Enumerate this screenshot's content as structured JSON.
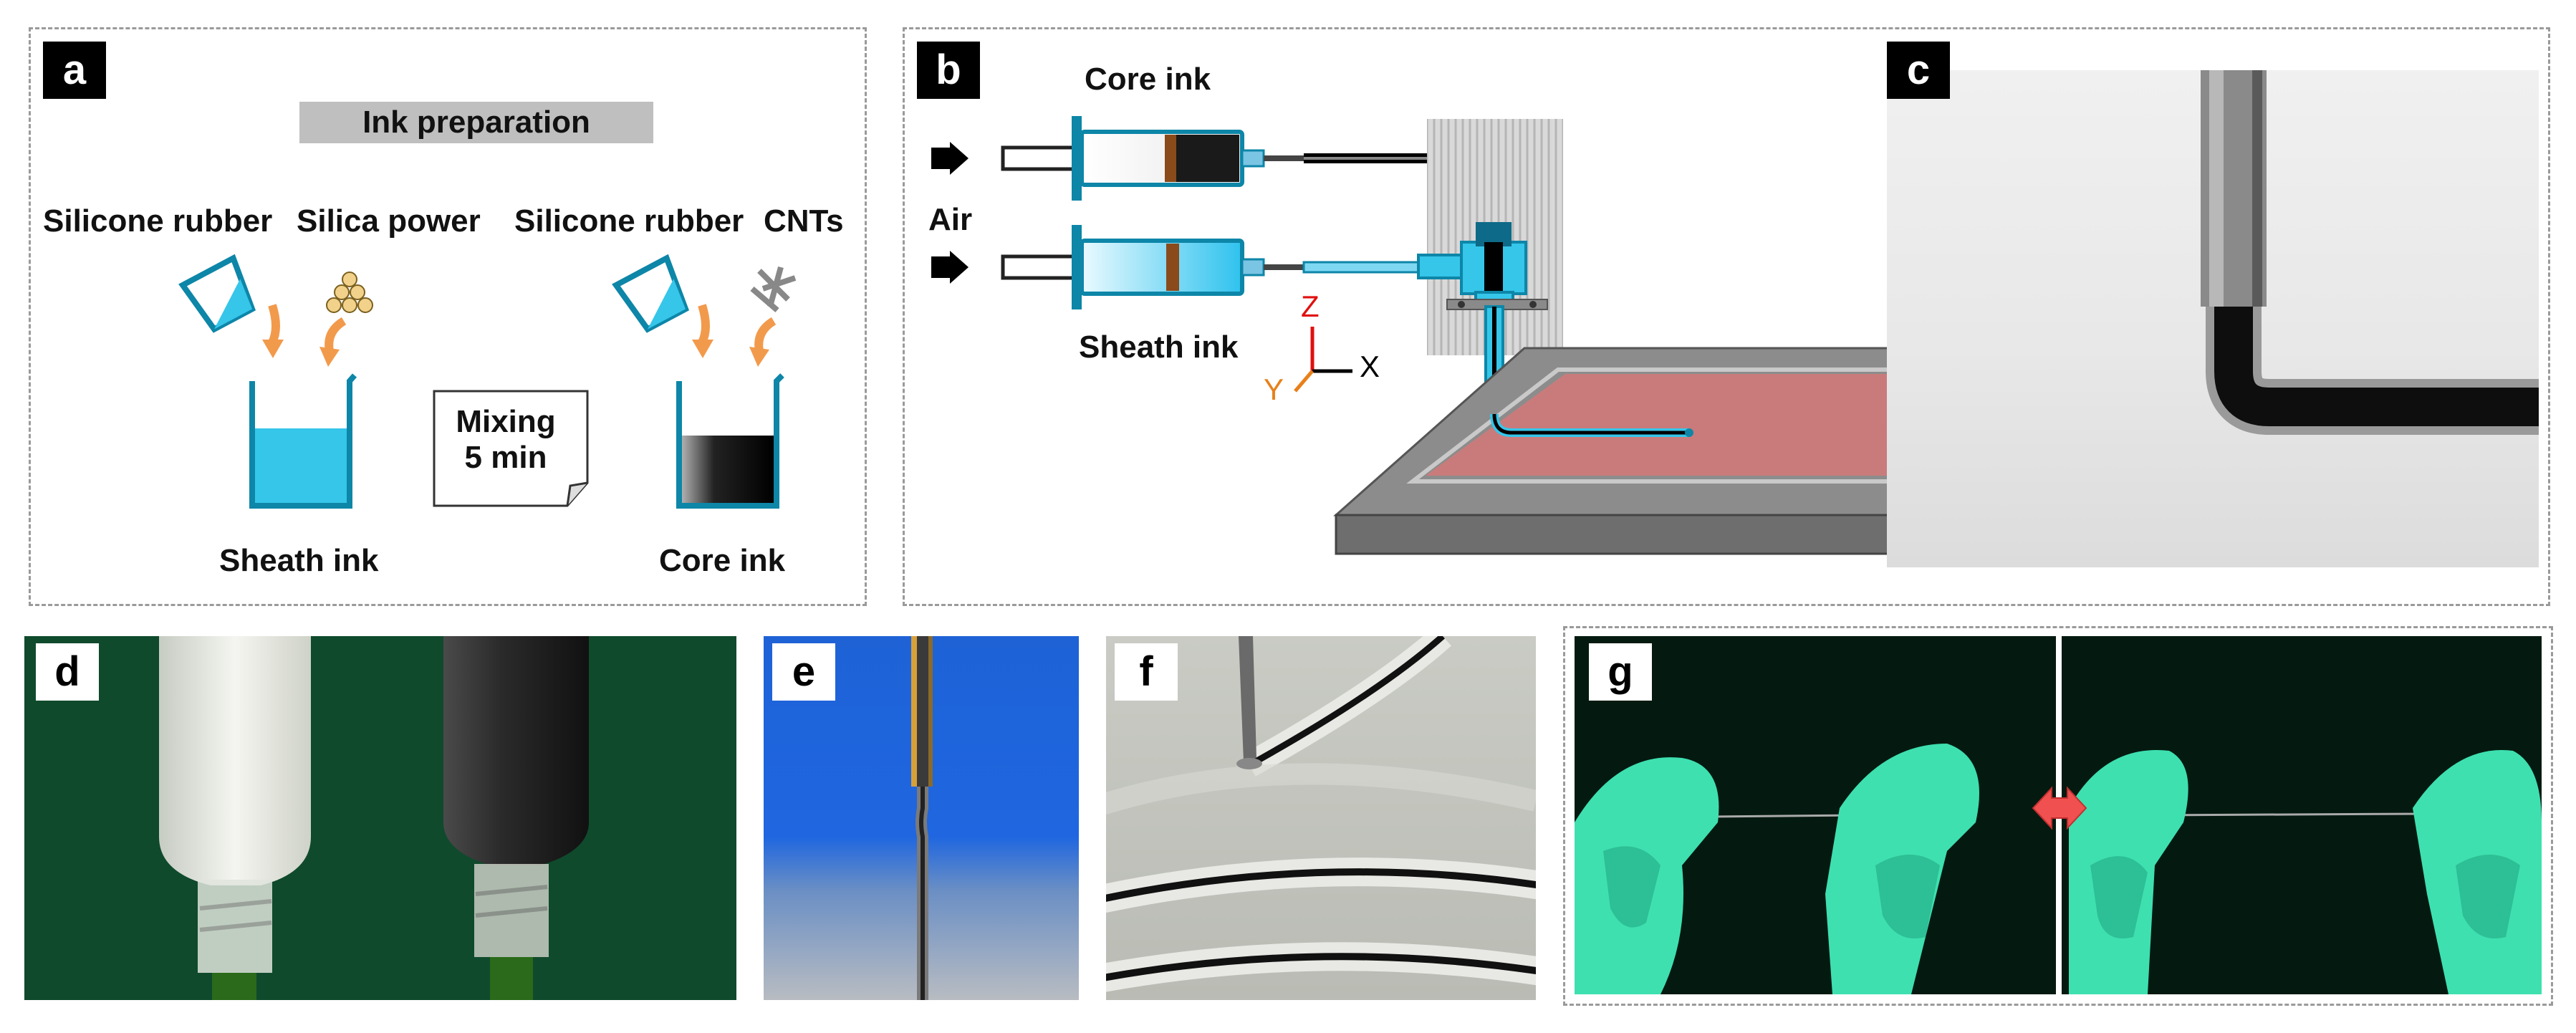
{
  "panels": {
    "a": {
      "label": "a",
      "header": "Ink preparation",
      "ingredients": [
        "Silicone rubber",
        "Silica power",
        "Silicone rubber",
        "CNTs"
      ],
      "mixing_line1": "Mixing",
      "mixing_line2": "5 min",
      "sheath_label": "Sheath ink",
      "core_label": "Core ink"
    },
    "b": {
      "label": "b",
      "core_ink": "Core ink",
      "sheath_ink": "Sheath ink",
      "air": "Air",
      "axis_x": "X",
      "axis_y": "Y",
      "axis_z": "Z"
    },
    "c": {
      "label": "c"
    },
    "d": {
      "label": "d"
    },
    "e": {
      "label": "e"
    },
    "f": {
      "label": "f"
    },
    "g": {
      "label": "g"
    }
  },
  "colors": {
    "cyan": "#35c6ea",
    "cyan_dark": "#0d86a8",
    "orange": "#f29a4c",
    "axis_red": "#e01010",
    "axis_orange": "#e8801a",
    "substrate": "#c97b7b",
    "glove": "#3ee0b0",
    "arrow_red": "#f05050"
  },
  "icons": [
    "pour-cup-icon",
    "silica-particles-icon",
    "cnt-tubes-icon",
    "curved-arrow-icon",
    "air-arrow-icon",
    "double-arrow-icon"
  ]
}
